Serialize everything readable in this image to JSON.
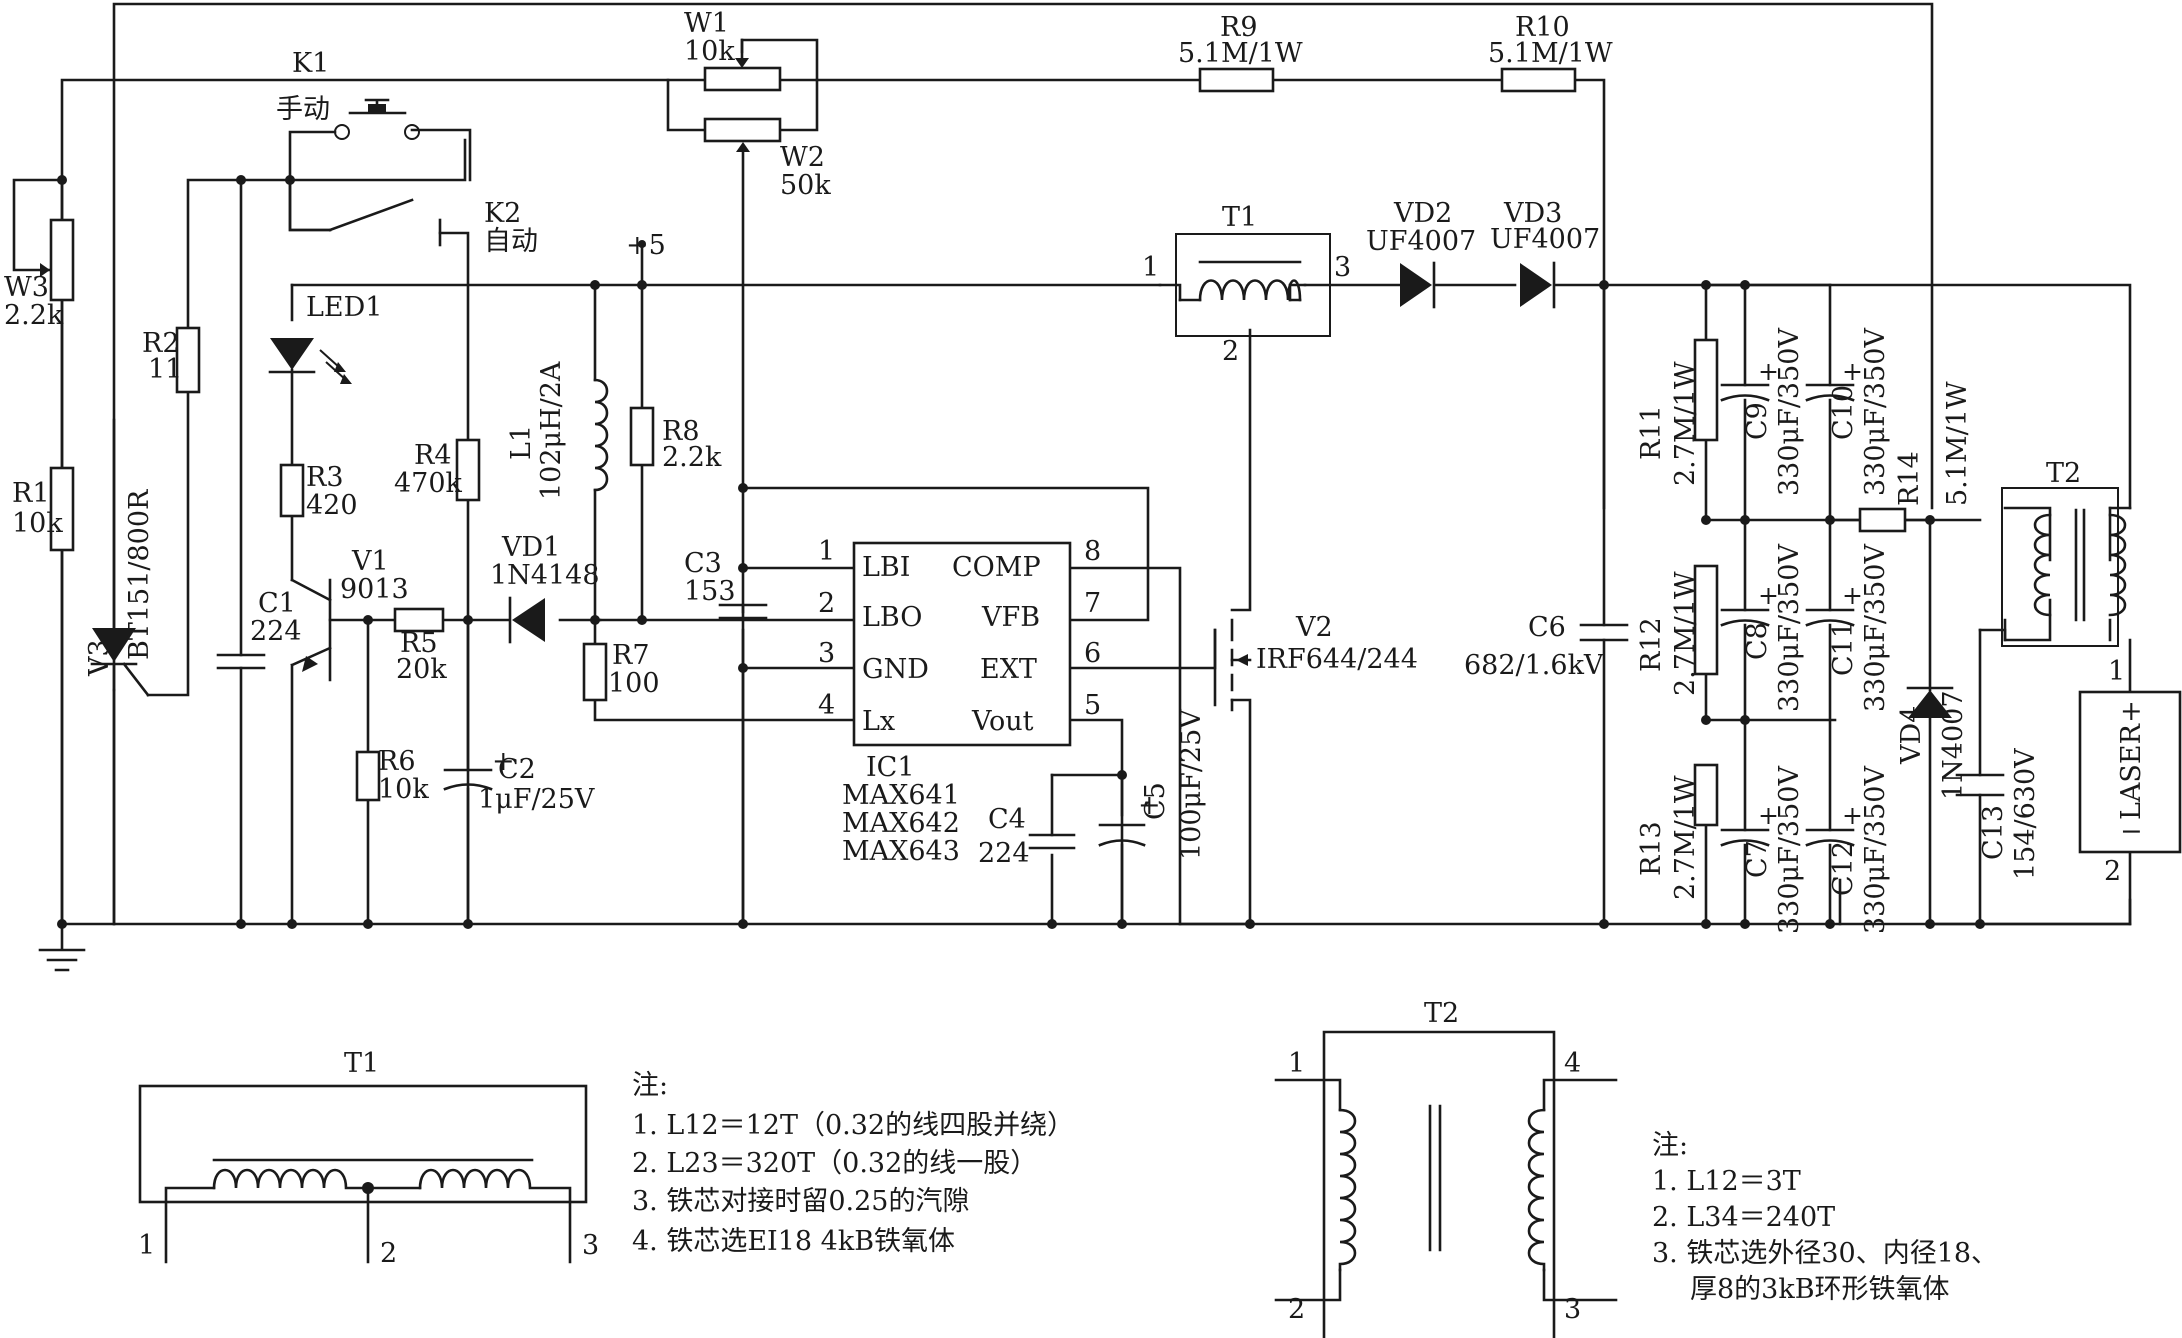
{
  "labels": {
    "K1": "K1",
    "manual": "手动",
    "K2": "K2",
    "auto": "自动",
    "W1": "W1",
    "W1v": "10k",
    "W2": "W2",
    "W2v": "50k",
    "R9": "R9",
    "R9v": "5.1M/1W",
    "R10": "R10",
    "R10v": "5.1M/1W",
    "W3": "W3",
    "W3v": "2.2k",
    "R1": "R1",
    "R1v": "10k",
    "V3": "V3",
    "V3v": "BT151/800R",
    "R2": "R2",
    "R2v": "11",
    "LED1": "LED1",
    "R3": "R3",
    "R3v": "420",
    "C1": "C1",
    "C1v": "224",
    "V1": "V1",
    "V1v": "9013",
    "R5": "R5",
    "R5v": "20k",
    "R6": "R6",
    "R6v": "10k",
    "C2": "C2",
    "C2v": "1μF/25V",
    "R4": "R4",
    "R4v": "470k",
    "VD1": "VD1",
    "VD1v": "1N4148",
    "plus5": "+5",
    "L1": "L1",
    "L1v": "102μH/2A",
    "R8": "R8",
    "R8v": "2.2k",
    "R7": "R7",
    "R7v": "100",
    "C3": "C3",
    "C3v": "153",
    "IC1": "IC1",
    "ic_m1": "MAX641",
    "ic_m2": "MAX642",
    "ic_m3": "MAX643",
    "LBI": "LBI",
    "LBO": "LBO",
    "GND": "GND",
    "Lx": "Lx",
    "COMP": "COMP",
    "VFB": "VFB",
    "EXT": "EXT",
    "Vout": "Vout",
    "p1": "1",
    "p2": "2",
    "p3": "3",
    "p4": "4",
    "p5": "5",
    "p6": "6",
    "p7": "7",
    "p8": "8",
    "C4": "C4",
    "C4v": "224",
    "C5": "C5",
    "C5v": "100μF/25V",
    "V2": "V2",
    "V2v": "IRF644/244",
    "T1": "T1",
    "T1p1": "1",
    "T1p2": "2",
    "T1p3": "3",
    "VD2": "VD2",
    "VD2v": "UF4007",
    "VD3": "VD3",
    "VD3v": "UF4007",
    "C6": "C6",
    "C6v": "682/1.6kV",
    "R11": "R11",
    "R11v": "2.7M/1W",
    "R12": "R12",
    "R12v": "2.7M/1W",
    "R13": "R13",
    "R13v": "2.7M/1W",
    "C7": "C7",
    "C7v": "330μF/350V",
    "C8": "C8",
    "C8v": "330μF/350V",
    "C9": "C9",
    "C9v": "330μF/350V",
    "C10": "C10",
    "C10v": "330μF/350V",
    "C11": "C11",
    "C11v": "330μF/350V",
    "C12": "C12",
    "C12v": "330μF/350V",
    "R14": "R14",
    "R14v": "5.1M/1W",
    "VD4": "VD4",
    "VD4v": "1N4007",
    "C13": "C13",
    "C13v": "154/630V",
    "T2": "T2",
    "laser": "LASER",
    "laser_plus": "+",
    "laser_minus": "−",
    "lp1": "1",
    "lp2": "2",
    "plus": "+"
  },
  "t1_detail": {
    "title": "T1",
    "p1": "1",
    "p2": "2",
    "p3": "3",
    "notes": [
      "注:",
      "1. L12＝12T（0.32的线四股并绕）",
      "2. L23＝320T（0.32的线一股）",
      "3. 铁芯对接时留0.25的汽隙",
      "4. 铁芯选EI18 4kB铁氧体"
    ]
  },
  "t2_detail": {
    "title": "T2",
    "p1": "1",
    "p2": "2",
    "p3": "3",
    "p4": "4",
    "notes": [
      "注:",
      "1. L12＝3T",
      "2. L34＝240T",
      "3. 铁芯选外径30、内径18、",
      "厚8的3kB环形铁氧体"
    ]
  }
}
